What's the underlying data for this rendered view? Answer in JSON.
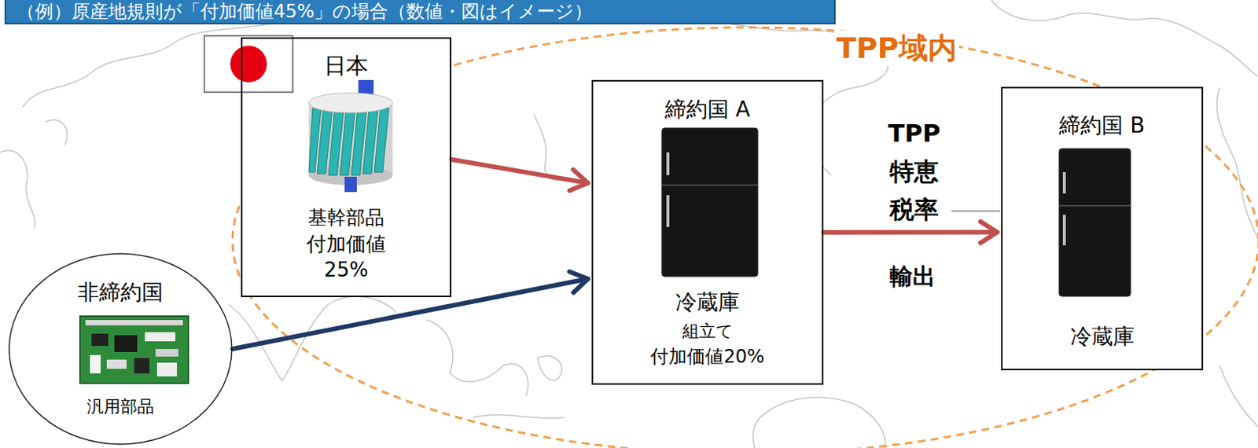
{
  "diagram": {
    "title": "（例）原産地規則が「付加価値45%」の場合（数値・図はイメージ）",
    "nodes": [
      {
        "text": [
          "日本",
          "基幹部品",
          "付加価値 25%"
        ]
      },
      {
        "text": [
          "非締約国",
          "汎用部品"
        ]
      },
      {
        "text": [
          "締約国 A",
          "冷蔵庫",
          "組立て",
          "付加価値20%"
        ]
      },
      {
        "text": [
          "締約国 B",
          "冷蔵庫"
        ]
      }
    ],
    "edges": [
      {
        "from": 0,
        "to": 2,
        "arrow": "to"
      },
      {
        "from": 1,
        "to": 2,
        "arrow": "to"
      },
      {
        "from": 2,
        "to": 3,
        "label": "輸出",
        "arrow": "to"
      }
    ],
    "labels": [
      "TPP域内",
      "TPP 特恵 税率"
    ]
  }
}
